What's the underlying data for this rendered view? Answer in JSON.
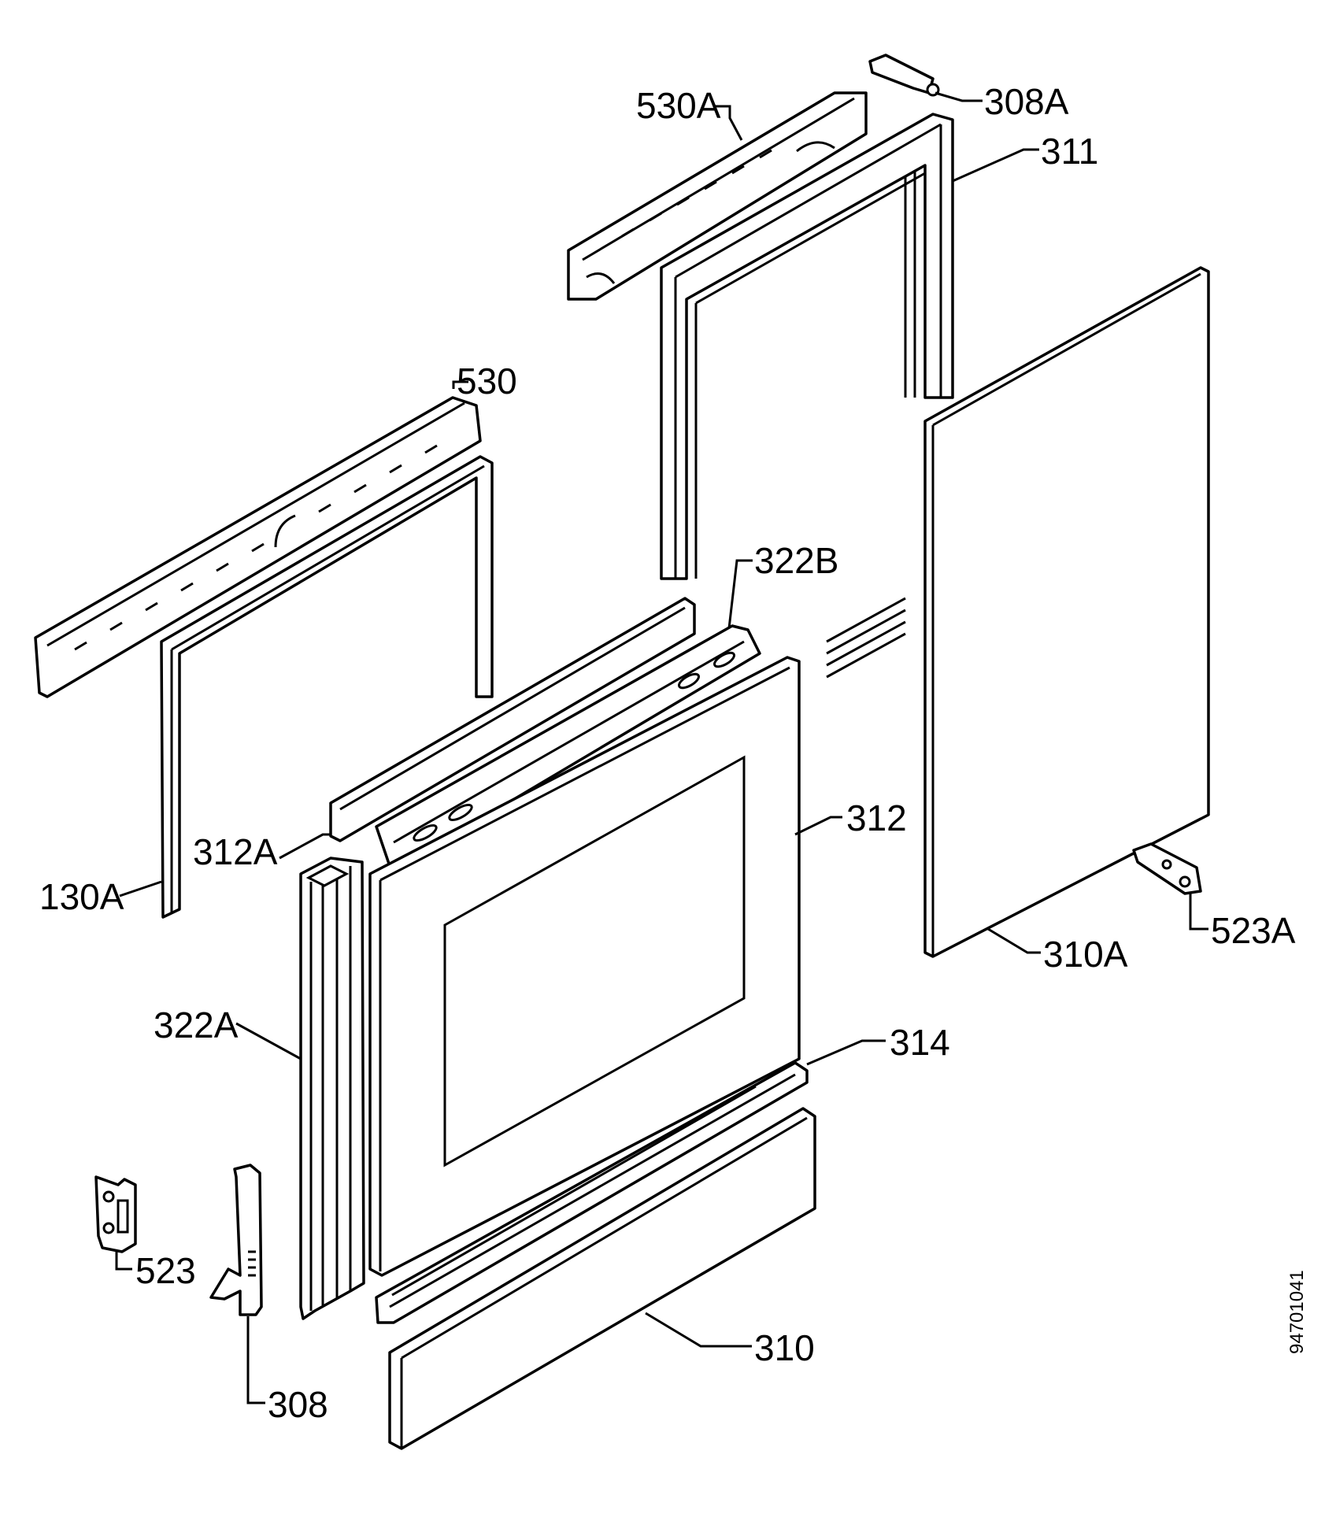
{
  "diagram": {
    "labels": {
      "p530a": "530A",
      "p308a": "308A",
      "p311": "311",
      "p530": "530",
      "p322b": "322B",
      "p312": "312",
      "p312a": "312A",
      "p130a": "130A",
      "p523a": "523A",
      "p310a": "310A",
      "p322a": "322A",
      "p314": "314",
      "p523": "523",
      "p308": "308",
      "p310": "310"
    },
    "doc_number": "94701041"
  }
}
